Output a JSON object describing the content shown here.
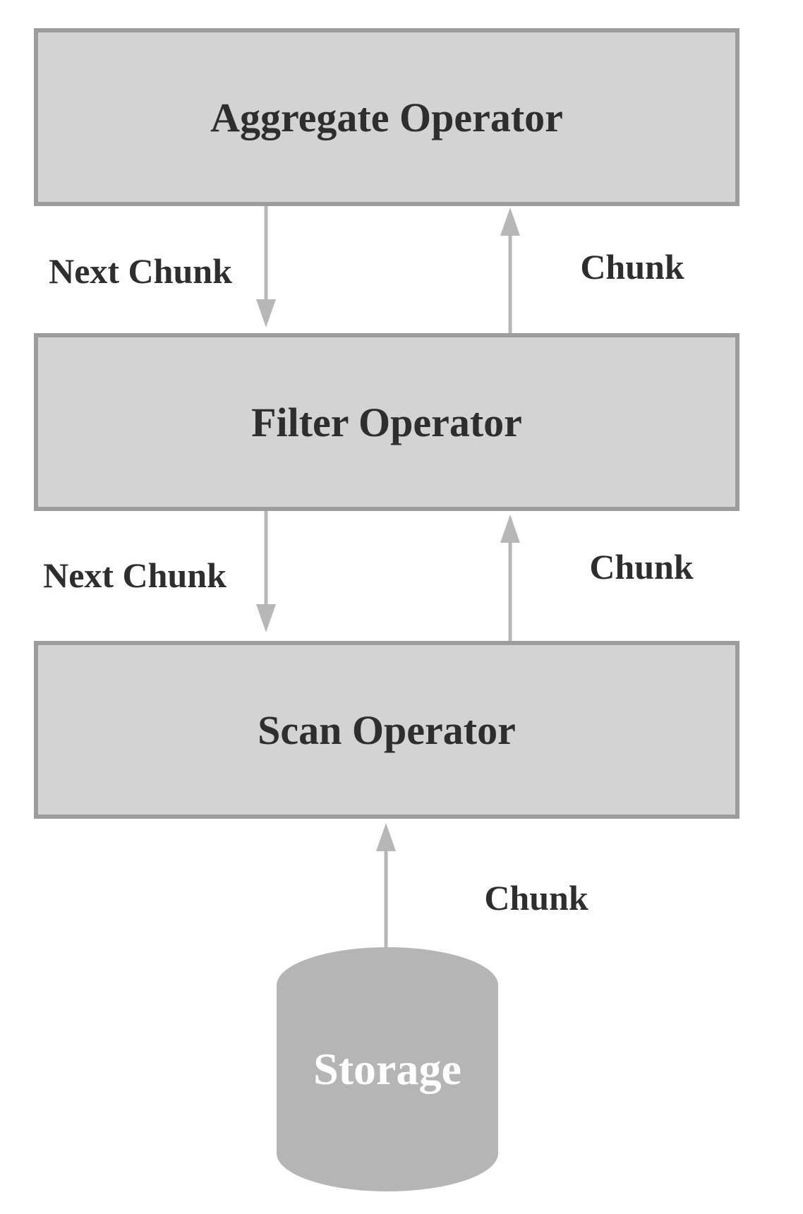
{
  "diagram": {
    "kind": "pull-based query execution pipeline",
    "nodes": [
      {
        "id": "aggregate",
        "label": "Aggregate Operator",
        "type": "operator"
      },
      {
        "id": "filter",
        "label": "Filter Operator",
        "type": "operator"
      },
      {
        "id": "scan",
        "label": "Scan Operator",
        "type": "operator"
      },
      {
        "id": "storage",
        "label": "Storage",
        "type": "storage"
      }
    ],
    "edges": [
      {
        "from": "aggregate",
        "to": "filter",
        "label": "Next Chunk",
        "direction": "down"
      },
      {
        "from": "filter",
        "to": "aggregate",
        "label": "Chunk",
        "direction": "up"
      },
      {
        "from": "filter",
        "to": "scan",
        "label": "Next Chunk",
        "direction": "down"
      },
      {
        "from": "scan",
        "to": "filter",
        "label": "Chunk",
        "direction": "up"
      },
      {
        "from": "storage",
        "to": "scan",
        "label": "Chunk",
        "direction": "up"
      }
    ],
    "colors": {
      "background": "#ffffff",
      "box_fill": "#d3d3d3",
      "box_border": "#9c9c9c",
      "arrow": "#b7b7b7",
      "storage_fill": "#b5b5b5",
      "text": "#2e2e2e",
      "storage_text": "#ffffff"
    }
  }
}
